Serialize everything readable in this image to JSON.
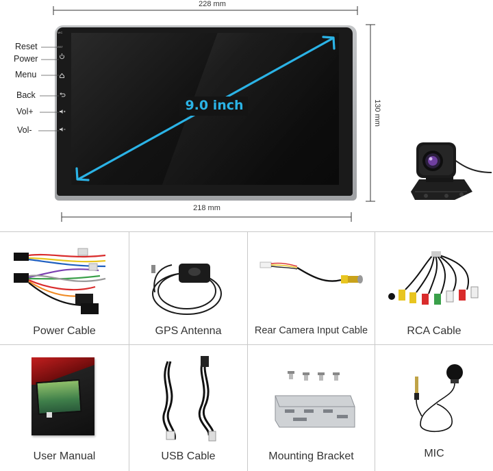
{
  "dimensions": {
    "top_width": "228 mm",
    "bottom_width": "218 mm",
    "height": "130 mm"
  },
  "screen": {
    "diagonal": "9.0 inch",
    "bezel_marks": {
      "mic": "MIC",
      "rst": "RST"
    }
  },
  "side_buttons": [
    {
      "label": "Reset",
      "icon": "reset-dot-icon"
    },
    {
      "label": "Power",
      "icon": "power-icon"
    },
    {
      "label": "Menu",
      "icon": "home-icon"
    },
    {
      "label": "Back",
      "icon": "back-arrow-icon"
    },
    {
      "label": "Vol+",
      "icon": "volume-up-icon"
    },
    {
      "label": "Vol-",
      "icon": "volume-down-icon"
    }
  ],
  "accessories": [
    {
      "label": "Power Cable",
      "icon": "power-cable-image"
    },
    {
      "label": "GPS Antenna",
      "icon": "gps-antenna-image"
    },
    {
      "label": "Rear Camera Input Cable",
      "icon": "rear-camera-cable-image"
    },
    {
      "label": "RCA Cable",
      "icon": "rca-cable-image"
    },
    {
      "label": "User Manual",
      "icon": "user-manual-image"
    },
    {
      "label": "USB Cable",
      "icon": "usb-cable-image"
    },
    {
      "label": "Mounting Bracket",
      "icon": "mounting-bracket-image"
    },
    {
      "label": "MIC",
      "icon": "microphone-image"
    }
  ],
  "colors": {
    "arrow": "#2bb3e6",
    "screen": "#0c0c0c",
    "bezel": "#a9abad"
  }
}
